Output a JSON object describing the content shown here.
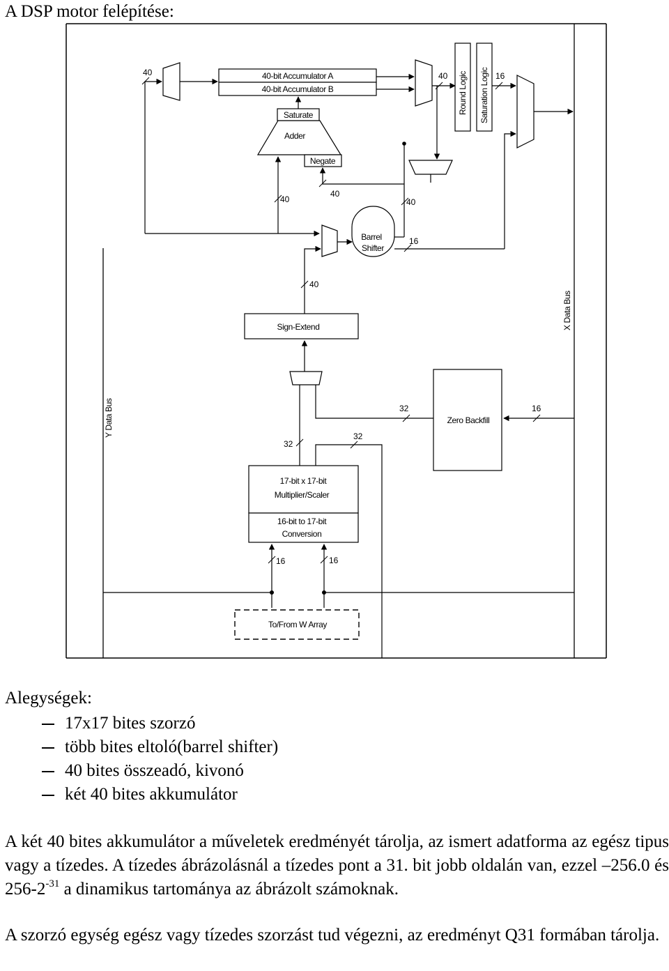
{
  "title": "A DSP motor felépítése:",
  "diagram": {
    "blocks": {
      "acc_a": "40-bit Accumulator A",
      "acc_b": "40-bit Accumulator B",
      "saturate": "Saturate",
      "adder": "Adder",
      "negate": "Negate",
      "round_logic": "Round Logic",
      "saturation_logic": "Saturation Logic",
      "barrel_1": "Barrel",
      "barrel_2": "Shifter",
      "sign_extend": "Sign-Extend",
      "zero_backfill": "Zero Backfill",
      "mult_1": "17-bit x 17-bit",
      "mult_2": "Multiplier/Scaler",
      "conv_1": "16-bit to 17-bit",
      "conv_2": "Conversion",
      "w_array": "To/From W Array",
      "x_bus": "X Data Bus",
      "y_bus": "Y Data Bus"
    },
    "bus_widths": {
      "acc_in": "40",
      "acc_out": "40",
      "round_out": "16",
      "adder_in_left": "40",
      "adder_in_negate": "40",
      "adder_in_right": "40",
      "barrel_out": "16",
      "sign_extend_in": "40",
      "zero_backfill_out": "32",
      "zero_backfill_in": "16",
      "mult_in_left": "32",
      "mult_in_right": "32",
      "conv_in_left": "16",
      "conv_in_right": "16"
    }
  },
  "units_heading": "Alegységek:",
  "units": [
    "17x17 bites szorzó",
    "több bites eltoló(barrel shifter)",
    "40 bites összeadó, kivonó",
    "két 40 bites akkumulátor"
  ],
  "paragraph1": {
    "part1": "A két 40 bites akkumulátor a műveletek eredményét tárolja, az ismert adatforma az egész tipus vagy a tízedes. A tízedes ábrázolásnál a tízedes pont a 31. bit jobb oldalán van, ezzel –256.0 és 256-2",
    "exponent": "-31",
    "part2": " a dinamikus tartománya az ábrázolt számoknak."
  },
  "paragraph2": "A szorzó egység egész vagy tízedes szorzást tud végezni, az eredményt Q31 formában tárolja."
}
